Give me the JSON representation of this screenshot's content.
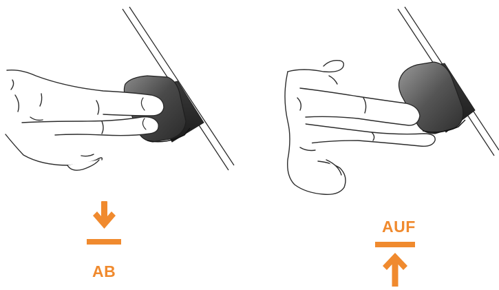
{
  "panels": [
    {
      "id": "lower",
      "action_label": "AB",
      "direction": "down"
    },
    {
      "id": "raise",
      "action_label": "AUF",
      "direction": "up"
    }
  ],
  "colors": {
    "accent": "#f08a2e",
    "line": "#2b2b2b",
    "button_dark": "#3c3c3c",
    "button_light": "#6a6a6a"
  },
  "icons": {
    "down": "arrow-down-to-bar-icon",
    "up": "arrow-up-to-bar-icon"
  }
}
